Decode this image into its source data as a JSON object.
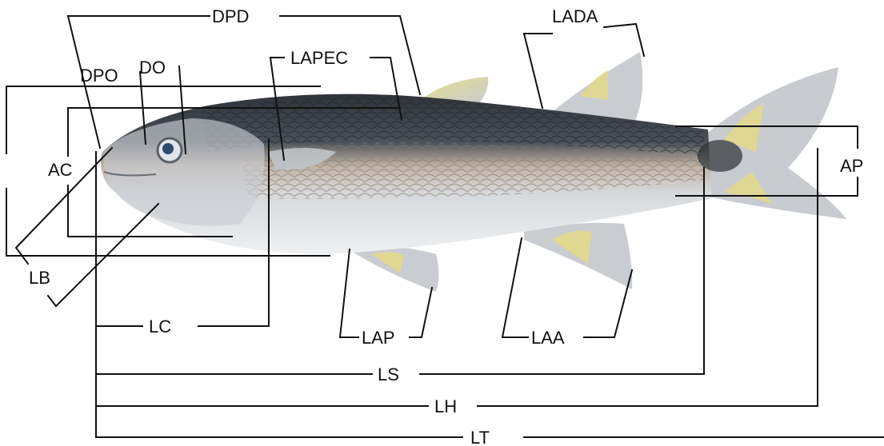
{
  "figure": {
    "subject": "Fish (lateral view) with morphometric measurement lines",
    "measurements": [
      {
        "code": "DPD"
      },
      {
        "code": "LADA"
      },
      {
        "code": "DPO"
      },
      {
        "code": "DO"
      },
      {
        "code": "LAPEC"
      },
      {
        "code": "AC"
      },
      {
        "code": "AP"
      },
      {
        "code": "LB"
      },
      {
        "code": "LC"
      },
      {
        "code": "LAP"
      },
      {
        "code": "LAA"
      },
      {
        "code": "LS"
      },
      {
        "code": "LH"
      },
      {
        "code": "LT"
      }
    ]
  },
  "colors": {
    "line": "#111111",
    "fish_back": "#3a3f45",
    "fish_belly": "#dfe3e6",
    "fin_yellow": "#e3d98a",
    "scale_tan": "#c7a98b"
  }
}
